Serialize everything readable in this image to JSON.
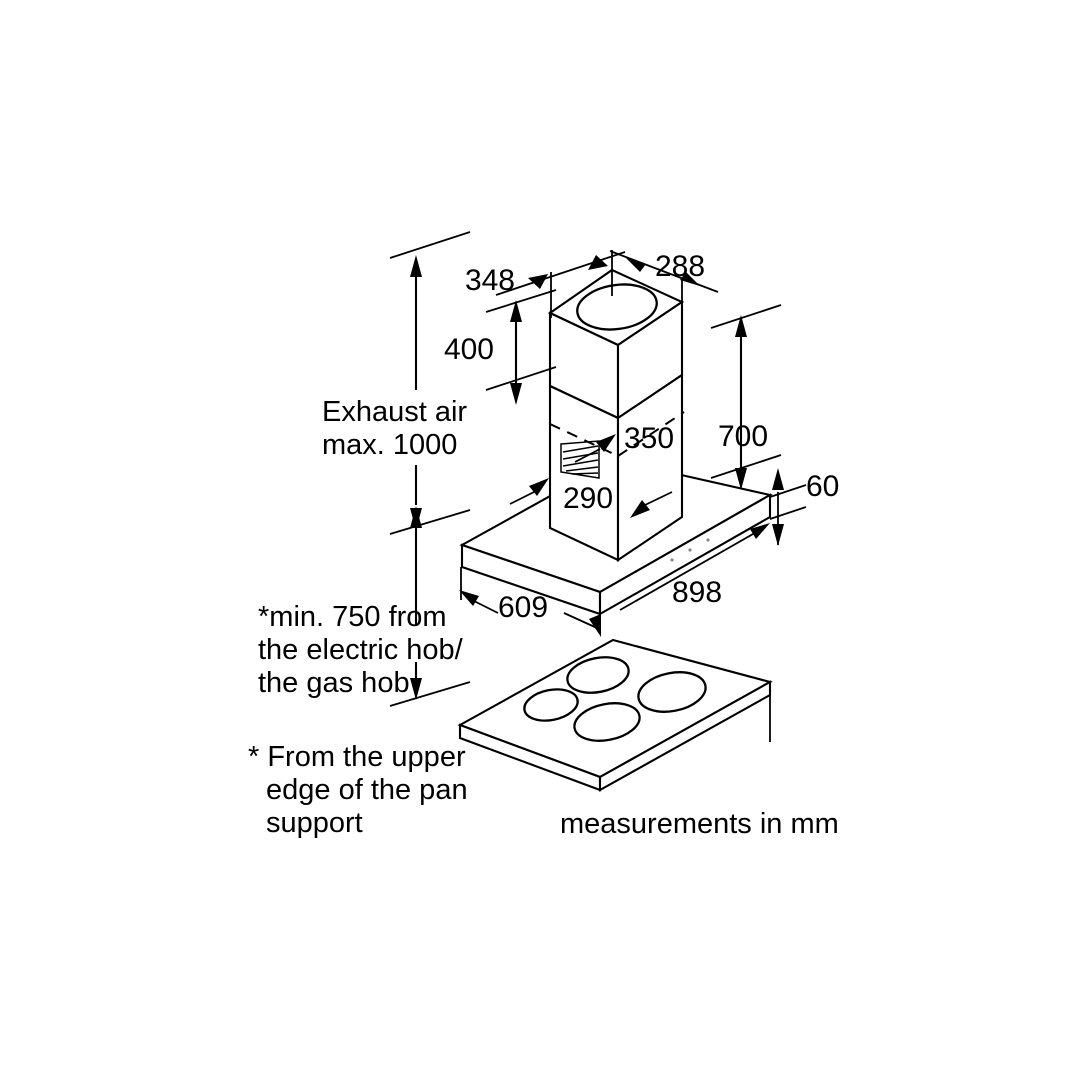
{
  "drawing": {
    "title": "Extractor hood installation dimension drawing",
    "units_caption": "measurements in mm",
    "dimensions": {
      "chimney_depth_top": "348",
      "chimney_width_top": "288",
      "upper_chimney_height": "400",
      "lower_section_width": "350",
      "grille_section_height": "290",
      "hood_top_to_canopy": "700",
      "canopy_thickness": "60",
      "canopy_width": "898",
      "canopy_depth": "609"
    },
    "notes": {
      "exhaust_line1": "Exhaust air",
      "exhaust_line2": "max. 1000",
      "min_height_line1": "*min. 750 from",
      "min_height_line2": "the electric hob/",
      "min_height_line3": "the gas hob",
      "footnote_line1": "* From the upper",
      "footnote_line2": "edge of the pan",
      "footnote_line3": "support"
    },
    "colors": {
      "stroke": "#000000",
      "background": "#ffffff"
    }
  }
}
